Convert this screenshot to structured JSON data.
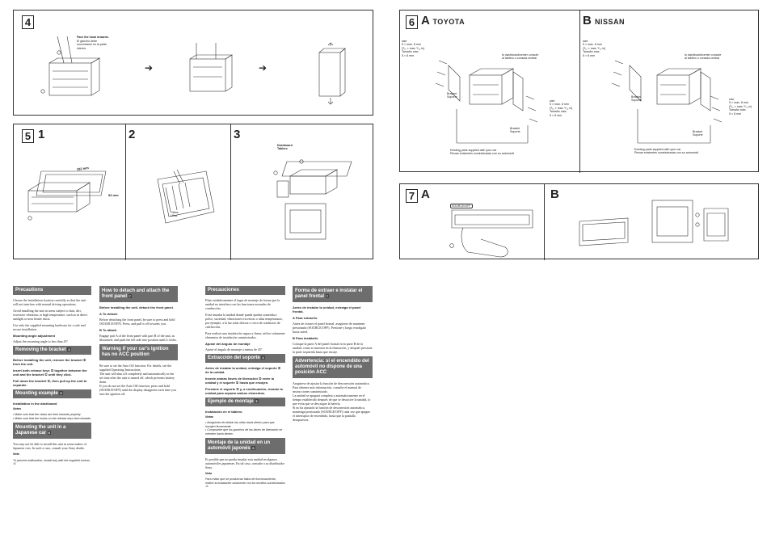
{
  "panel4": {
    "step": "4",
    "callout_1": "Face the hook inwards.",
    "callout_2": "El gancho debe\nencontrarse en la parte\ninterior."
  },
  "panel5": {
    "step": "5",
    "sub1": "1",
    "sub2": "2",
    "sub3": "3",
    "dim1": "182 mm",
    "dim2": "53 mm",
    "claws": "Claws\nUñas",
    "dashboard": "Dashboard\nTablero"
  },
  "panel6": {
    "step": "6",
    "a_letter": "A",
    "a_name": "TOYOTA",
    "b_letter": "B",
    "b_name": "NISSAN",
    "size_a": "size\n5 × max. 8 mm\n(³⁄₁₆ × max. ⁵⁄₁₆ in)\nTamaño máx.\n5 × 8 mm",
    "to_dash": "to dashboard/center console\nal tablero o consola central",
    "bracket": "Bracket\nSoporte",
    "size_a2": "size\n5 × max. 8 mm\n(³⁄₁₆ × max. ⁵⁄₁₆ in)\nTamaño máx.\n5 × 8 mm",
    "existing": "Existing parts supplied with your car\nPiezas existentes suministradas con su automóvil"
  },
  "panel7": {
    "step": "7",
    "a_letter": "A",
    "b_letter": "B",
    "source_off": "SOURCE/OFF"
  },
  "col1": {
    "precautions_h": "Precautions",
    "precautions_items": [
      "Choose the installation location carefully so that the unit will not interfere with normal driving operations.",
      "Avoid installing the unit in areas subject to dust, dirt, excessive vibration, or high temperature, such as in direct sunlight or near heater ducts.",
      "Use only the supplied mounting hardware for a safe and secure installation."
    ],
    "angle_h": "Mounting angle adjustment",
    "angle_t": "Adjust the mounting angle to less than 45°.",
    "remove_h": "Removing the bracket",
    "remove_n": "4",
    "remove_t": "Before installing the unit, remove the bracket ① from the unit.",
    "remove_s1": "Insert both release keys ② together between the unit and the bracket ① until they click.",
    "remove_s2": "Pull down the bracket ①, then pull up the unit to separate.",
    "example_h": "Mounting example",
    "example_n": "5",
    "example_t": "Installation in the dashboard",
    "example_note": "Notes",
    "example_note_t": "• Make sure that the claws are bent inwards properly.\n• Make sure that the hooks on the release keys face inwards.",
    "japanese_h": "Mounting the unit in a Japanese car",
    "japanese_n": "6",
    "japanese_t": "You may not be able to install this unit in some makes of Japanese cars. In such a case, consult your Sony dealer.",
    "japanese_note": "Note",
    "japanese_note_t": "To prevent malfunction, install only with the supplied screws ③."
  },
  "col2": {
    "detach_h": "How to detach and attach the front panel",
    "detach_n": "7",
    "detach_t": "Before installing the unit, detach the front panel.",
    "a_h": "A To detach",
    "a_t": "Before detaching the front panel, be sure to press and hold (SOURCE/OFF). Press, and pull it off towards you.",
    "b_h": "B To attach",
    "b_t": "Engage part A of the front panel with part B of the unit, as illustrated, and push the left side into position until it clicks.",
    "warn_h": "Warning if your car's ignition has no ACC position",
    "warn_t": "Be sure to set the Auto Off function. For details, see the supplied Operating Instructions.\nThe unit will shut off completely and automatically in the set time after the unit is turned off, which prevents battery drain.\nIf you do not set the Auto Off function, press and hold (SOURCE/OFF) until the display disappears each time you turn the ignition off."
  },
  "col3": {
    "prec_h": "Precauciones",
    "prec_items": [
      "Elija cuidadosamente el lugar de montaje de forma que la unidad no interfiera con las funciones normales de conducción.",
      "Evite instalar la unidad donde pueda quedar sometida a polvo, suciedad, vibraciones excesivas o altas temperaturas, por ejemplo, a la luz solar directa o cerca de conductos de calefacción.",
      "Para realizar una instalación segura y firme, utilice solamente elementos de instalación suministrados."
    ],
    "angle_h": "Ajuste del ángulo de montaje",
    "angle_t": "Ajuste el ángulo de montaje a menos de 45°.",
    "ext_h": "Extracción del soporte",
    "ext_n": "4",
    "ext_t": "Antes de instalar la unidad, extraiga el soporte ① de la unidad.",
    "ext_s1": "Inserte ambas llaves de liberación ② entre la unidad y el soporte ① hasta que encajen.",
    "ext_s2": "Presione el soporte ① y, a continuación, levante la unidad para separar ambos elementos.",
    "ej_h": "Ejemplo de montaje",
    "ej_n": "5",
    "ej_t": "Instalación en el tablero",
    "ej_note": "Notas",
    "ej_note_t": "• Asegúrese de doblar las uñas hacia dentro para que encajen firmemente.\n• Compruebe que los ganchos de las llaves de liberación se orienten hacia dentro.",
    "jp_h": "Montaje de la unidad en un automóvil japonés",
    "jp_n": "6",
    "jp_t": "Es posible que no pueda instalar esta unidad en algunos automóviles japoneses. En tal caso, consulte a su distribuidor Sony.",
    "jp_note": "Nota",
    "jp_note_t": "Para evitar que se produzcan fallos de funcionamiento, realice la instalación solamente con los tornillos suministrados ③."
  },
  "col4": {
    "panel_h": "Forma de extraer e instalar el panel frontal",
    "panel_n": "7",
    "panel_t": "Antes de instalar la unidad, extraiga el panel frontal.",
    "a_h": "A Para extraerlo",
    "a_t": "Antes de extraer el panel frontal, asegúrese de mantener presionado (SOURCE/OFF). Presione y luego extráigalo hacia usted.",
    "b_h": "B Para instalarlo",
    "b_t": "Coloque la parte A del panel frontal en la parte B de la unidad, como se muestra en la ilustración, y después presione la parte izquierda hasta que encaje.",
    "adv_h": "Advertencia: si el encendido del automóvil no dispone de una posición ACC",
    "adv_t": "Asegúrese de ajustar la función de desconexión automática. Para obtener más información, consulte el manual de instrucciones suministrado.\nLa unidad se apagará completa y automáticamente en el tiempo establecido después de que se desactive la unidad, lo que evita que se descargue la batería.\nSi no ha ajustado la función de desconexión automática, mantenga presionado (SOURCE/OFF) cada vez que apague el interruptor de encendido, hasta que la pantalla desaparezca."
  }
}
